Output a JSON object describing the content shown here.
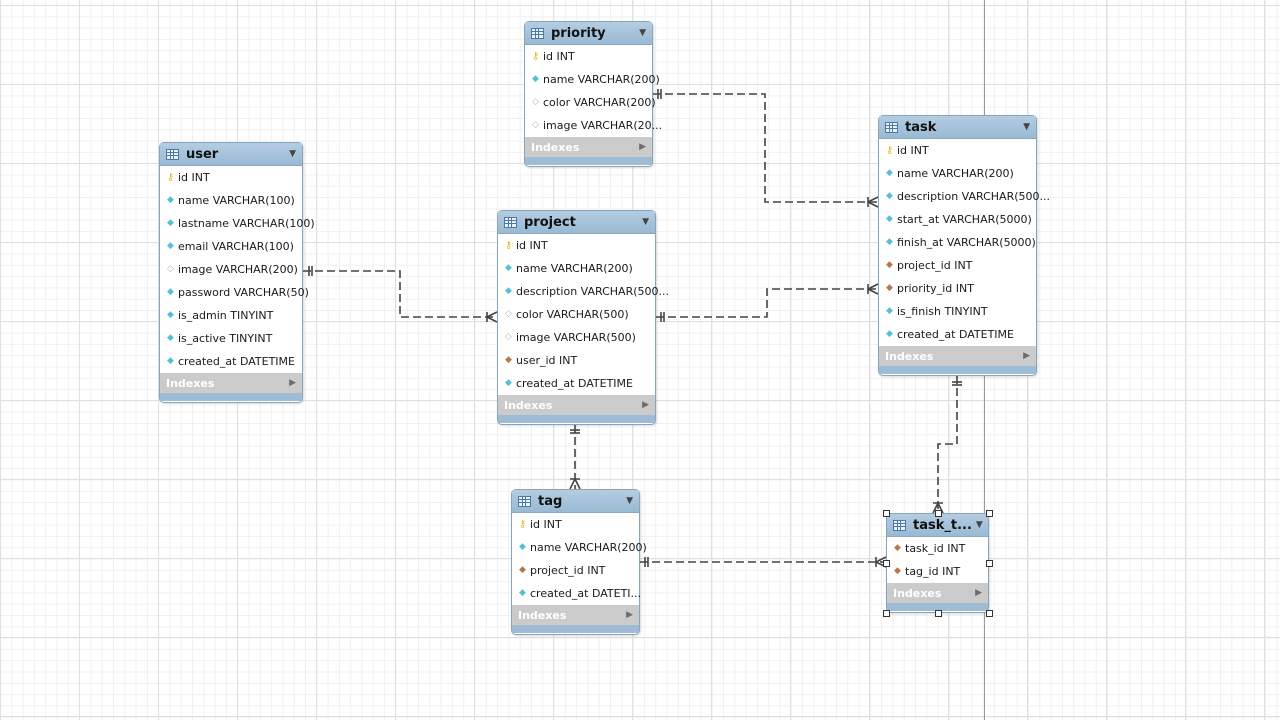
{
  "tables": {
    "priority": {
      "name": "priority",
      "columns": [
        {
          "label": "id INT",
          "key": "pk"
        },
        {
          "label": "name VARCHAR(200)",
          "key": "nn"
        },
        {
          "label": "color VARCHAR(200)",
          "key": "nul"
        },
        {
          "label": "image VARCHAR(20...",
          "key": "nul"
        }
      ],
      "indexes_label": "Indexes"
    },
    "user": {
      "name": "user",
      "columns": [
        {
          "label": "id INT",
          "key": "pk"
        },
        {
          "label": "name VARCHAR(100)",
          "key": "nn"
        },
        {
          "label": "lastname VARCHAR(100)",
          "key": "nn"
        },
        {
          "label": "email VARCHAR(100)",
          "key": "nn"
        },
        {
          "label": "image VARCHAR(200)",
          "key": "nul"
        },
        {
          "label": "password VARCHAR(50)",
          "key": "nn"
        },
        {
          "label": "is_admin TINYINT",
          "key": "nn"
        },
        {
          "label": "is_active TINYINT",
          "key": "nn"
        },
        {
          "label": "created_at DATETIME",
          "key": "nn"
        }
      ],
      "indexes_label": "Indexes"
    },
    "project": {
      "name": "project",
      "columns": [
        {
          "label": "id INT",
          "key": "pk"
        },
        {
          "label": "name VARCHAR(200)",
          "key": "nn"
        },
        {
          "label": "description VARCHAR(500...",
          "key": "nn"
        },
        {
          "label": "color VARCHAR(500)",
          "key": "nul"
        },
        {
          "label": "image VARCHAR(500)",
          "key": "nul"
        },
        {
          "label": "user_id INT",
          "key": "fk"
        },
        {
          "label": "created_at DATETIME",
          "key": "nn"
        }
      ],
      "indexes_label": "Indexes"
    },
    "task": {
      "name": "task",
      "columns": [
        {
          "label": "id INT",
          "key": "pk"
        },
        {
          "label": "name VARCHAR(200)",
          "key": "nn"
        },
        {
          "label": "description VARCHAR(500...",
          "key": "nn"
        },
        {
          "label": "start_at VARCHAR(5000)",
          "key": "nn"
        },
        {
          "label": "finish_at VARCHAR(5000)",
          "key": "nn"
        },
        {
          "label": "project_id INT",
          "key": "fk"
        },
        {
          "label": "priority_id INT",
          "key": "fk"
        },
        {
          "label": "is_finish TINYINT",
          "key": "nn"
        },
        {
          "label": "created_at DATETIME",
          "key": "nn"
        }
      ],
      "indexes_label": "Indexes"
    },
    "tag": {
      "name": "tag",
      "columns": [
        {
          "label": "id INT",
          "key": "pk"
        },
        {
          "label": "name VARCHAR(200)",
          "key": "nn"
        },
        {
          "label": "project_id INT",
          "key": "fk"
        },
        {
          "label": "created_at DATETI...",
          "key": "nn"
        }
      ],
      "indexes_label": "Indexes"
    },
    "task_tag": {
      "name": "task_t...",
      "columns": [
        {
          "label": "task_id INT",
          "key": "fk"
        },
        {
          "label": "tag_id INT",
          "key": "fk"
        }
      ],
      "indexes_label": "Indexes"
    }
  },
  "icons": {
    "table": "table-icon",
    "collapse": "chevron-down-icon",
    "expand": "play-right-icon",
    "pk": "key-icon",
    "nn": "diamond-filled-icon",
    "nul": "diamond-outline-icon",
    "fk": "diamond-fk-icon"
  },
  "glyphs": {
    "collapse": "▼",
    "expand": "▶",
    "pk": "⚷",
    "nn": "◆",
    "nul": "◇",
    "fk": "◆"
  },
  "colors": {
    "header": "#9cbcd6",
    "indexes_bar": "#cbcbcb",
    "pk_key": "#e3b824",
    "not_null": "#54c0d6",
    "nullable": "#a5b6bf",
    "foreign_key": "#b5784e",
    "relationship_line": "#444444"
  },
  "relationships": [
    {
      "name": "priority-task",
      "from": "priority",
      "to": "task",
      "cardinality": "one-to-many"
    },
    {
      "name": "user-project",
      "from": "user",
      "to": "project",
      "cardinality": "one-to-many"
    },
    {
      "name": "project-task",
      "from": "project",
      "to": "task",
      "cardinality": "one-to-many"
    },
    {
      "name": "project-tag",
      "from": "project",
      "to": "tag",
      "cardinality": "one-to-many"
    },
    {
      "name": "tag-task_tag",
      "from": "tag",
      "to": "task_tag",
      "cardinality": "one-to-many"
    },
    {
      "name": "task-task_tag",
      "from": "task",
      "to": "task_tag",
      "cardinality": "one-to-many"
    }
  ],
  "selected_table": "task_tag"
}
